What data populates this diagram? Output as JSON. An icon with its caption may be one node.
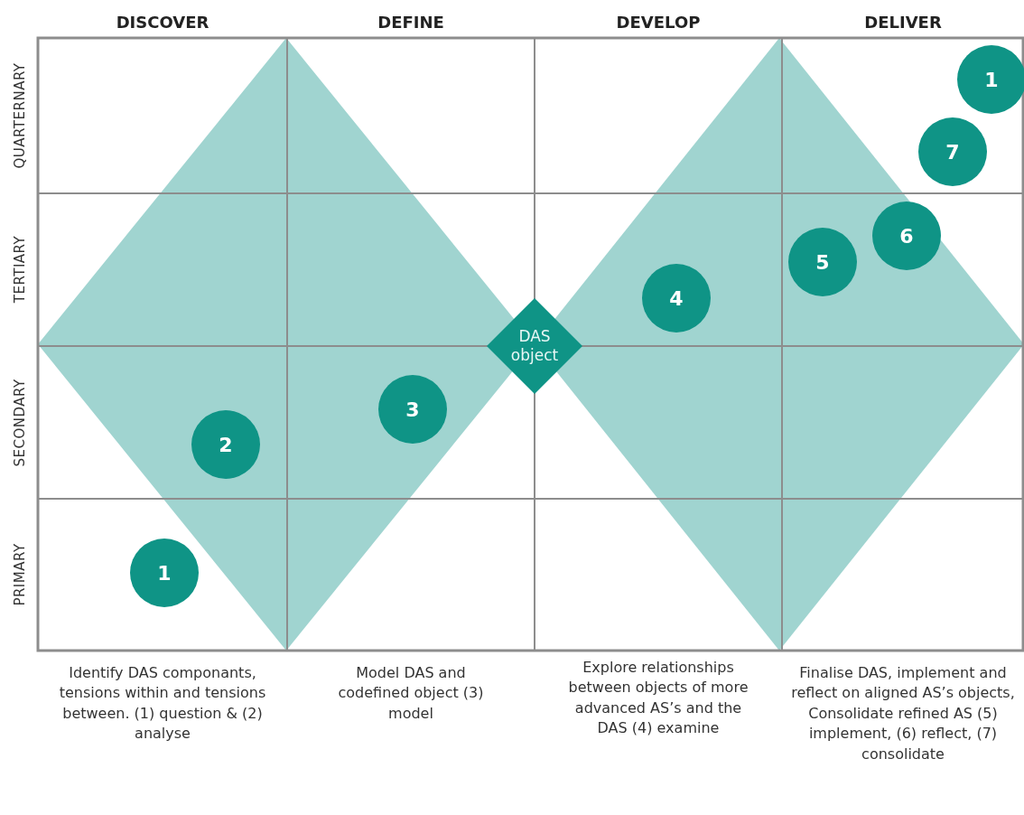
{
  "diagram": {
    "nodes": [
      {
        "text": [],
        "shape": "diamond"
      },
      {
        "text": [],
        "shape": "diamond"
      },
      {
        "text": [
          "DAS object"
        ]
      },
      {
        "text": [
          "1"
        ]
      },
      {
        "text": [
          "2"
        ],
        "in": 0
      },
      {
        "text": [
          "3"
        ],
        "in": 0
      },
      {
        "text": [
          "4"
        ],
        "in": 1
      },
      {
        "text": [
          "5"
        ],
        "in": 1
      },
      {
        "text": [
          "6"
        ],
        "in": 1
      },
      {
        "text": [
          "7"
        ]
      },
      {
        "text": [
          "1"
        ]
      }
    ],
    "edges": [],
    "labels": [
      "DISCOVER",
      "DEFINE",
      "DEVELOP",
      "DELIVER",
      "QUARTERNARY",
      "TERTIARY",
      "SECONDARY",
      "PRIMARY",
      "Identify DAS componants, tensions within and tensions between. (1) question & (2) analyse",
      "Model DAS and codefined object (3) model",
      "Explore relationships between objects of more advanced AS’s and the DAS (4) examine",
      "Finalise DAS, implement and reflect on aligned AS’s objects, Consolidate refined AS (5) implement, (6) reflect, (7) consolidate"
    ]
  }
}
